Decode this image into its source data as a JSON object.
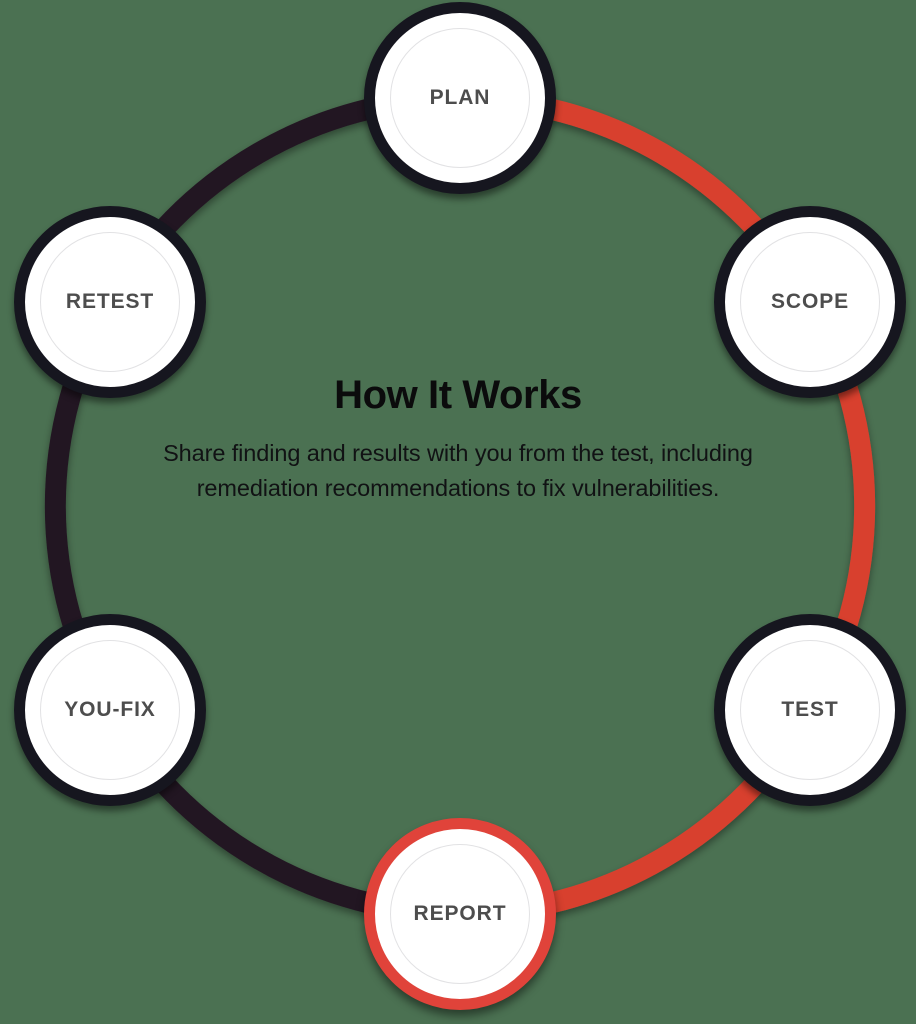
{
  "background_color": "#4b7152",
  "colors": {
    "accent_red": "#e0433a",
    "arc_red": "#d8402f",
    "arc_dark": "#241823",
    "node_ring_dark": "#16161f",
    "node_fill": "#ffffff",
    "node_inner_ring": "#e2e2e4",
    "label_text": "#4d4d4d",
    "title_text": "#0b0b0c",
    "body_text": "#111214"
  },
  "center": {
    "title": "How It Works",
    "description": "Share finding and results with you from the test, including remediation recommendations to fix vulnerabilities."
  },
  "diagram": {
    "type": "cycle",
    "step_count": 6,
    "current_step": "REPORT",
    "nodes": [
      {
        "id": "plan",
        "label": "PLAN",
        "state": "done",
        "position": "top"
      },
      {
        "id": "scope",
        "label": "SCOPE",
        "state": "done",
        "position": "top-right"
      },
      {
        "id": "test",
        "label": "TEST",
        "state": "done",
        "position": "bottom-right"
      },
      {
        "id": "report",
        "label": "REPORT",
        "state": "current",
        "position": "bottom"
      },
      {
        "id": "youfix",
        "label": "YOU-FIX",
        "state": "upcoming",
        "position": "bottom-left"
      },
      {
        "id": "retest",
        "label": "RETEST",
        "state": "upcoming",
        "position": "top-left"
      }
    ],
    "arcs": [
      {
        "id": "arc-plan-scope",
        "from": "plan",
        "to": "scope",
        "color": "#d8402f"
      },
      {
        "id": "arc-scope-test",
        "from": "scope",
        "to": "test",
        "color": "#d8402f"
      },
      {
        "id": "arc-test-report",
        "from": "test",
        "to": "report",
        "color": "#d8402f"
      },
      {
        "id": "arc-report-youfix",
        "from": "report",
        "to": "youfix",
        "color": "#241823"
      },
      {
        "id": "arc-youfix-retest",
        "from": "youfix",
        "to": "retest",
        "color": "#241823"
      },
      {
        "id": "arc-retest-plan",
        "from": "retest",
        "to": "plan",
        "color": "#241823"
      }
    ]
  }
}
